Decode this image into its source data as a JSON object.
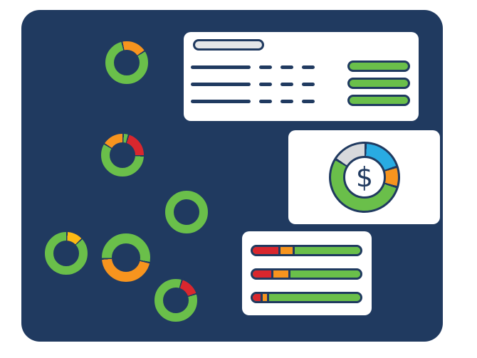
{
  "palette": {
    "navy": "#203a60",
    "green": "#6abf4a",
    "orange": "#f7941e",
    "yellow": "#fdb913",
    "red": "#d9272e",
    "blue": "#29abe2",
    "gray": "#d7d9dc",
    "card": "#ffffff"
  },
  "chart_data": [
    {
      "type": "pie",
      "id": "donut-1",
      "start_deg": 345,
      "segments": [
        {
          "label": "orange",
          "color": "#f7941e",
          "deg": 70
        },
        {
          "label": "green",
          "color": "#6abf4a",
          "deg": 290
        }
      ]
    },
    {
      "type": "pie",
      "id": "donut-2",
      "start_deg": 300,
      "segments": [
        {
          "label": "orange",
          "color": "#f7941e",
          "deg": 60
        },
        {
          "label": "green",
          "color": "#6abf4a",
          "deg": 15
        },
        {
          "label": "red",
          "color": "#d9272e",
          "deg": 75
        },
        {
          "label": "green",
          "color": "#6abf4a",
          "deg": 210
        }
      ]
    },
    {
      "type": "pie",
      "id": "donut-3",
      "start_deg": 0,
      "segments": [
        {
          "label": "green",
          "color": "#6abf4a",
          "deg": 360
        }
      ]
    },
    {
      "type": "pie",
      "id": "donut-4",
      "start_deg": 0,
      "segments": [
        {
          "label": "yellow",
          "color": "#fdb913",
          "deg": 45
        },
        {
          "label": "green",
          "color": "#6abf4a",
          "deg": 315
        }
      ]
    },
    {
      "type": "pie",
      "id": "donut-5",
      "start_deg": 100,
      "segments": [
        {
          "label": "orange",
          "color": "#f7941e",
          "deg": 165
        },
        {
          "label": "green",
          "color": "#6abf4a",
          "deg": 195
        }
      ]
    },
    {
      "type": "pie",
      "id": "donut-6",
      "start_deg": 15,
      "segments": [
        {
          "label": "red",
          "color": "#d9272e",
          "deg": 55
        },
        {
          "label": "green",
          "color": "#6abf4a",
          "deg": 305
        }
      ]
    },
    {
      "type": "pie",
      "id": "money-donut",
      "center_label": "$",
      "start_deg": 300,
      "segments": [
        {
          "label": "gray",
          "color": "#d7d9dc",
          "deg": 60
        },
        {
          "label": "blue",
          "color": "#29abe2",
          "deg": 70
        },
        {
          "label": "orange",
          "color": "#f7941e",
          "deg": 35
        },
        {
          "label": "green",
          "color": "#6abf4a",
          "deg": 195
        }
      ]
    },
    {
      "type": "bar",
      "id": "stacked-bars",
      "bars": [
        {
          "segments": [
            {
              "label": "red",
              "color": "#d9272e",
              "pct": 26
            },
            {
              "label": "orange",
              "color": "#f7941e",
              "pct": 13
            },
            {
              "label": "green",
              "color": "#6abf4a",
              "pct": 61
            }
          ]
        },
        {
          "segments": [
            {
              "label": "red",
              "color": "#d9272e",
              "pct": 19
            },
            {
              "label": "orange",
              "color": "#f7941e",
              "pct": 16
            },
            {
              "label": "green",
              "color": "#6abf4a",
              "pct": 65
            }
          ]
        },
        {
          "segments": [
            {
              "label": "red",
              "color": "#d9272e",
              "pct": 9
            },
            {
              "label": "orange",
              "color": "#f7941e",
              "pct": 6
            },
            {
              "label": "green",
              "color": "#6abf4a",
              "pct": 85
            }
          ]
        }
      ]
    }
  ]
}
